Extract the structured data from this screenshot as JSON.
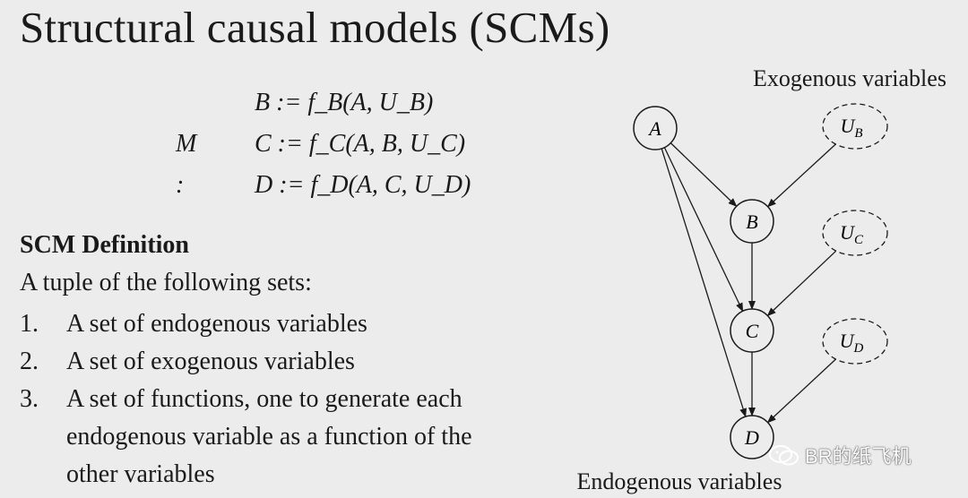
{
  "title": "Structural causal models (SCMs)",
  "equations": {
    "prefix": "M :",
    "rows": [
      "B := f_B(A, U_B)",
      "C := f_C(A, B, U_C)",
      "D := f_D(A, C, U_D)"
    ]
  },
  "definition": {
    "heading": "SCM Definition",
    "intro": "A tuple of the following sets:",
    "items": [
      {
        "num": "1.",
        "text": "A set of endogenous variables"
      },
      {
        "num": "2.",
        "text": "A set of exogenous variables"
      },
      {
        "num": "3.",
        "text": "A set of functions, one to generate each endogenous variable as a function of the other variables"
      }
    ]
  },
  "diagram": {
    "exogenous_label": "Exogenous variables",
    "endogenous_label": "Endogenous variables",
    "nodes": {
      "A": {
        "main": "A",
        "sub": ""
      },
      "B": {
        "main": "B",
        "sub": ""
      },
      "C": {
        "main": "C",
        "sub": ""
      },
      "D": {
        "main": "D",
        "sub": ""
      },
      "UB": {
        "main": "U",
        "sub": "B"
      },
      "UC": {
        "main": "U",
        "sub": "C"
      },
      "UD": {
        "main": "U",
        "sub": "D"
      }
    },
    "edges": [
      [
        "A",
        "B"
      ],
      [
        "A",
        "C"
      ],
      [
        "A",
        "D"
      ],
      [
        "B",
        "C"
      ],
      [
        "C",
        "D"
      ],
      [
        "UB",
        "B"
      ],
      [
        "UC",
        "C"
      ],
      [
        "UD",
        "D"
      ]
    ]
  },
  "watermark": "BR的纸飞机"
}
